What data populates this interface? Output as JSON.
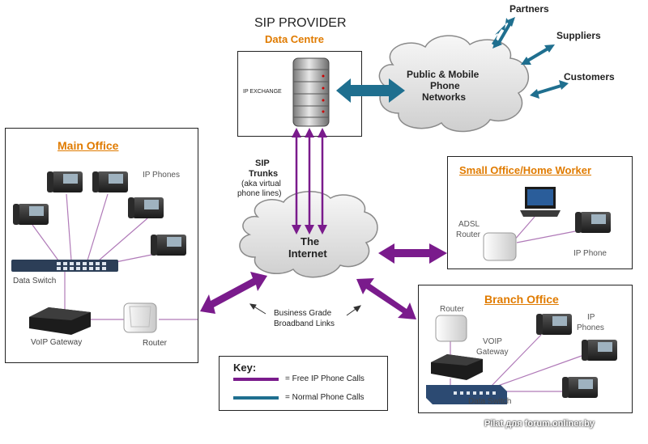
{
  "provider": {
    "title": "SIP PROVIDER",
    "subtitle": "Data Centre",
    "server_label": "IP EXCHANGE"
  },
  "pstn_cloud": {
    "line1": "Public & Mobile",
    "line2": "Phone",
    "line3": "Networks"
  },
  "external": {
    "partners": "Partners",
    "suppliers": "Suppliers",
    "customers": "Customers"
  },
  "sip_trunks": {
    "line1": "SIP",
    "line2": "Trunks",
    "line3": "(aka virtual",
    "line4": "phone lines)"
  },
  "internet_cloud": {
    "line1": "The",
    "line2": "Internet"
  },
  "broadband": {
    "line1": "Business Grade",
    "line2": "Broadband Links"
  },
  "main_office": {
    "title": "Main Office",
    "ip_phones": "IP Phones",
    "data_switch": "Data Switch",
    "voip_gateway": "VoIP Gateway",
    "router": "Router"
  },
  "small_office": {
    "title": "Small Office/Home Worker",
    "adsl_router_1": "ADSL",
    "adsl_router_2": "Router",
    "ip_phone": "IP Phone"
  },
  "branch_office": {
    "title": "Branch Office",
    "router": "Router",
    "voip_1": "VOIP",
    "voip_2": "Gateway",
    "ip_phones_1": "IP",
    "ip_phones_2": "Phones",
    "data_switch": "Data Switch"
  },
  "key": {
    "title": "Key:",
    "items": [
      {
        "label": "= Free IP Phone Calls",
        "color": "#7a1b8c"
      },
      {
        "label": "= Normal Phone Calls",
        "color": "#1f6f8f"
      }
    ]
  },
  "watermark": "Pilat  для forum.onliner.by",
  "colors": {
    "purple": "#7a1b8c",
    "teal": "#1f6f8f",
    "orange": "#e07b00",
    "line_pink": "#b07ab8"
  }
}
